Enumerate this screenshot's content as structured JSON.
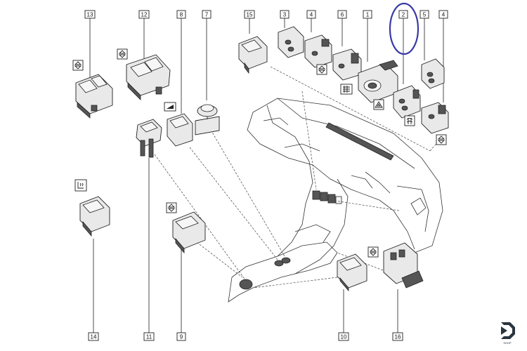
{
  "callouts": [
    {
      "id": "c13",
      "label": "13"
    },
    {
      "id": "c12",
      "label": "12"
    },
    {
      "id": "c8",
      "label": "8"
    },
    {
      "id": "c7",
      "label": "7"
    },
    {
      "id": "c15",
      "label": "15"
    },
    {
      "id": "c3",
      "label": "3"
    },
    {
      "id": "c4a",
      "label": "4"
    },
    {
      "id": "c6",
      "label": "6"
    },
    {
      "id": "c1",
      "label": "1"
    },
    {
      "id": "c2",
      "label": "2"
    },
    {
      "id": "c5",
      "label": "5"
    },
    {
      "id": "c4b",
      "label": "4"
    },
    {
      "id": "c14",
      "label": "14"
    },
    {
      "id": "c11",
      "label": "11"
    },
    {
      "id": "c9",
      "label": "9"
    },
    {
      "id": "c10",
      "label": "10"
    },
    {
      "id": "c16",
      "label": "16"
    }
  ],
  "symbols": [
    "window-updown-icon",
    "heated-rear-window-icon",
    "hazard-warning-icon",
    "seat-heater-icon",
    "mirror-adjust-icon",
    "demist-icon"
  ],
  "highlight": {
    "color": "#3a3aa8",
    "target": "2"
  },
  "logo": {
    "text": "SHOP"
  }
}
